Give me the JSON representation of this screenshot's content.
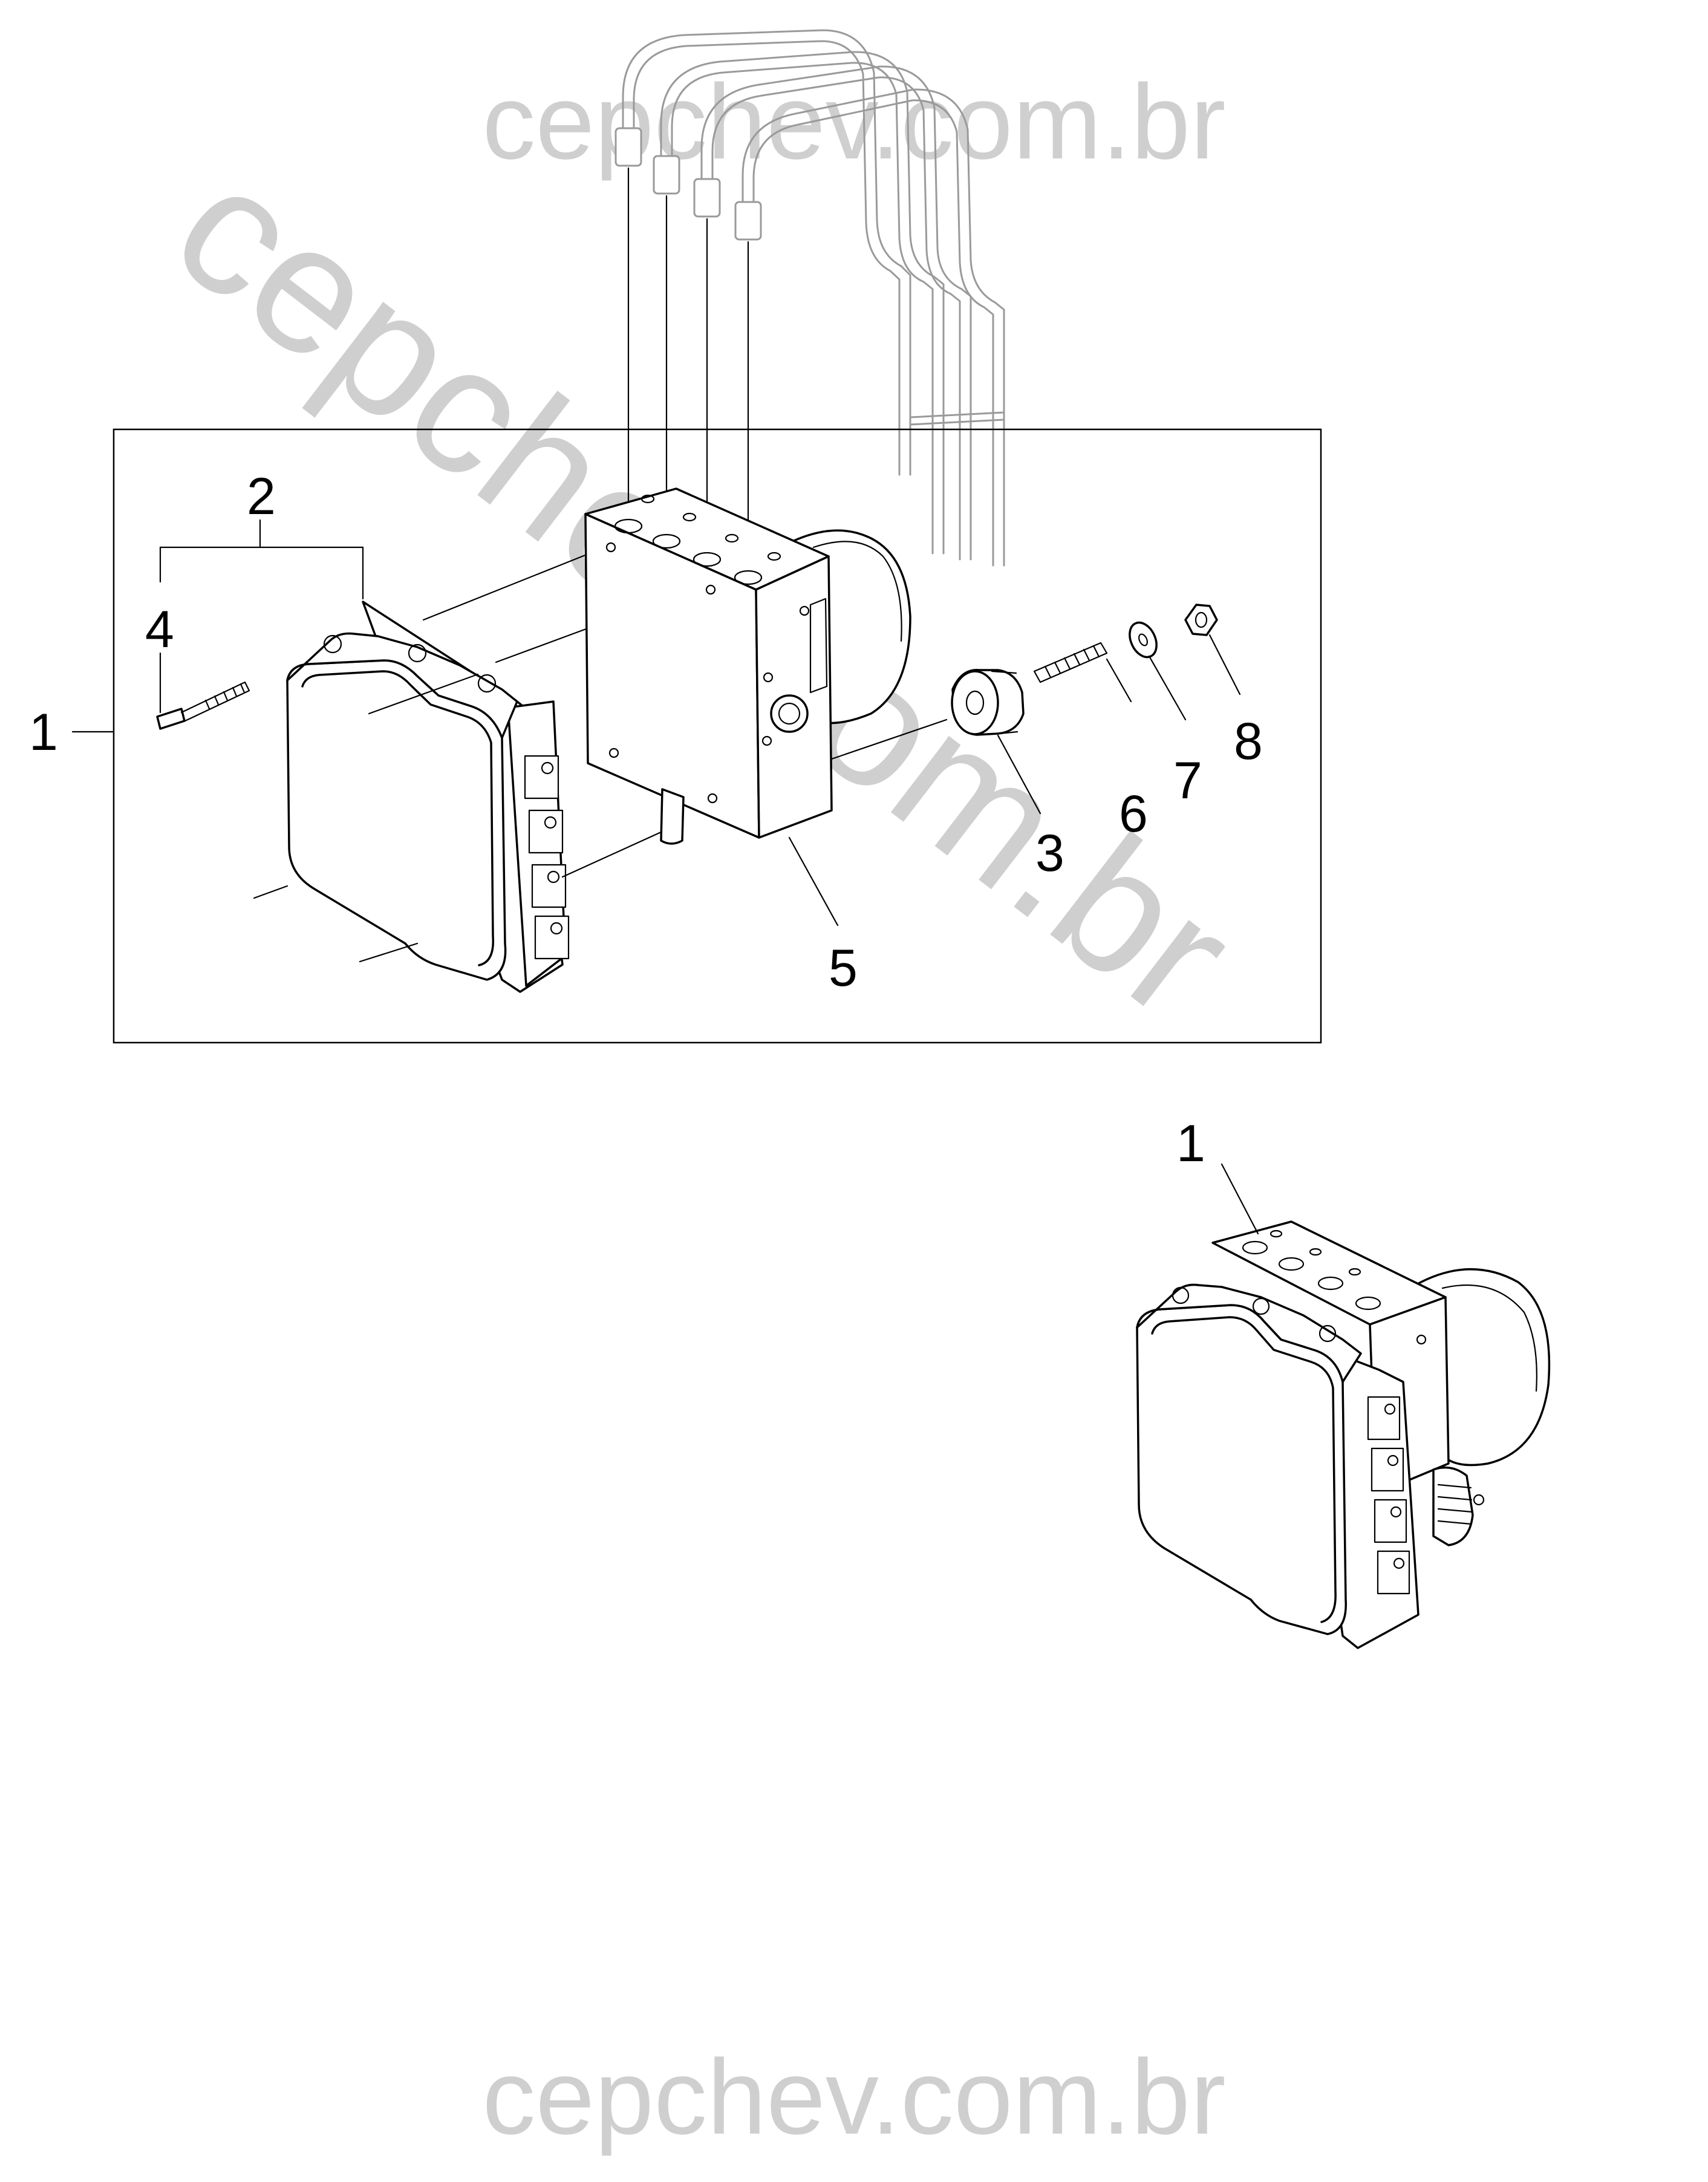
{
  "watermark": {
    "text": "cepchev.com.br",
    "color": "#cfcfcf"
  },
  "callouts": {
    "item_1_left": "1",
    "item_2": "2",
    "item_3": "3",
    "item_4": "4",
    "item_5": "5",
    "item_6": "6",
    "item_7": "7",
    "item_8": "8",
    "item_1_assembled": "1"
  },
  "parts": [
    {
      "id": "abs-control-module",
      "icon": "ecu-module-icon"
    },
    {
      "id": "mounting-bolt",
      "icon": "bolt-icon"
    },
    {
      "id": "rubber-grommet",
      "icon": "grommet-icon"
    },
    {
      "id": "hydraulic-unit",
      "icon": "hydraulic-block-icon"
    },
    {
      "id": "stud",
      "icon": "stud-icon"
    },
    {
      "id": "washer",
      "icon": "washer-icon"
    },
    {
      "id": "nut",
      "icon": "nut-icon"
    },
    {
      "id": "brake-lines",
      "icon": "brake-pipe-icon"
    }
  ]
}
